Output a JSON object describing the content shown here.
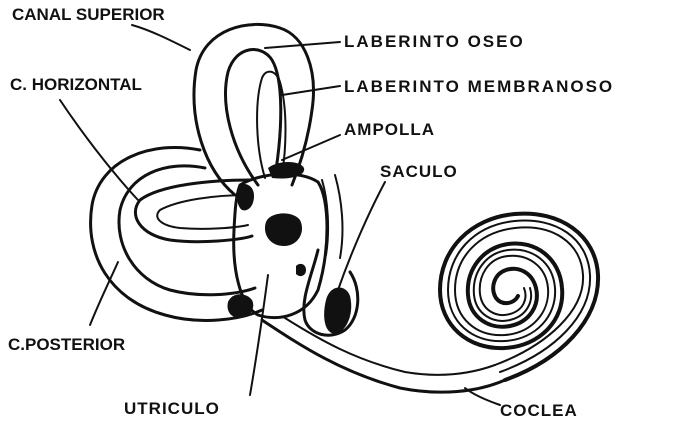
{
  "labels": {
    "canal_superior": "CANAL SUPERIOR",
    "laberinto_oseo": "LABERINTO OSEO",
    "c_horizontal": "C. HORIZONTAL",
    "laberinto_membranoso": "LABERINTO MEMBRANOSO",
    "ampolla": "AMPOLLA",
    "saculo": "SACULO",
    "c_posterior": "C.POSTERIOR",
    "utriculo": "UTRICULO",
    "coclea": "COCLEA"
  },
  "colors": {
    "ink": "#111111",
    "background": "#ffffff"
  }
}
